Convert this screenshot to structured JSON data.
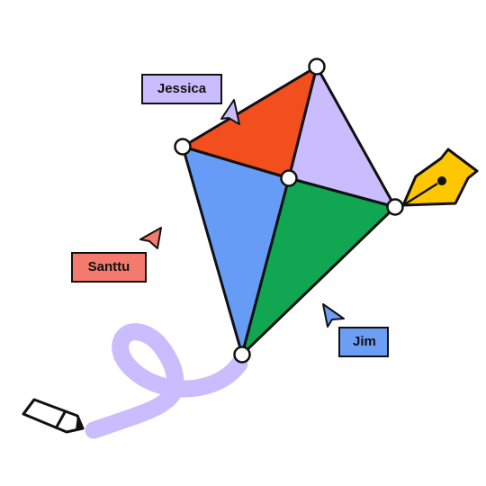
{
  "collaborators": [
    {
      "name": "Jessica",
      "color": "#c9bcff"
    },
    {
      "name": "Santtu",
      "color": "#f47a6e"
    },
    {
      "name": "Jim",
      "color": "#6d9ef5"
    }
  ],
  "kite": {
    "top_left_color": "#f24e1e",
    "top_right_color": "#c9bcff",
    "bottom_left_color": "#679cf6",
    "bottom_right_color": "#11a651"
  },
  "tools": {
    "pen_icon": "pen-nib-icon",
    "pen_color": "#ffc700",
    "pencil_icon": "pencil-icon",
    "tail_color": "#c9bcff"
  }
}
